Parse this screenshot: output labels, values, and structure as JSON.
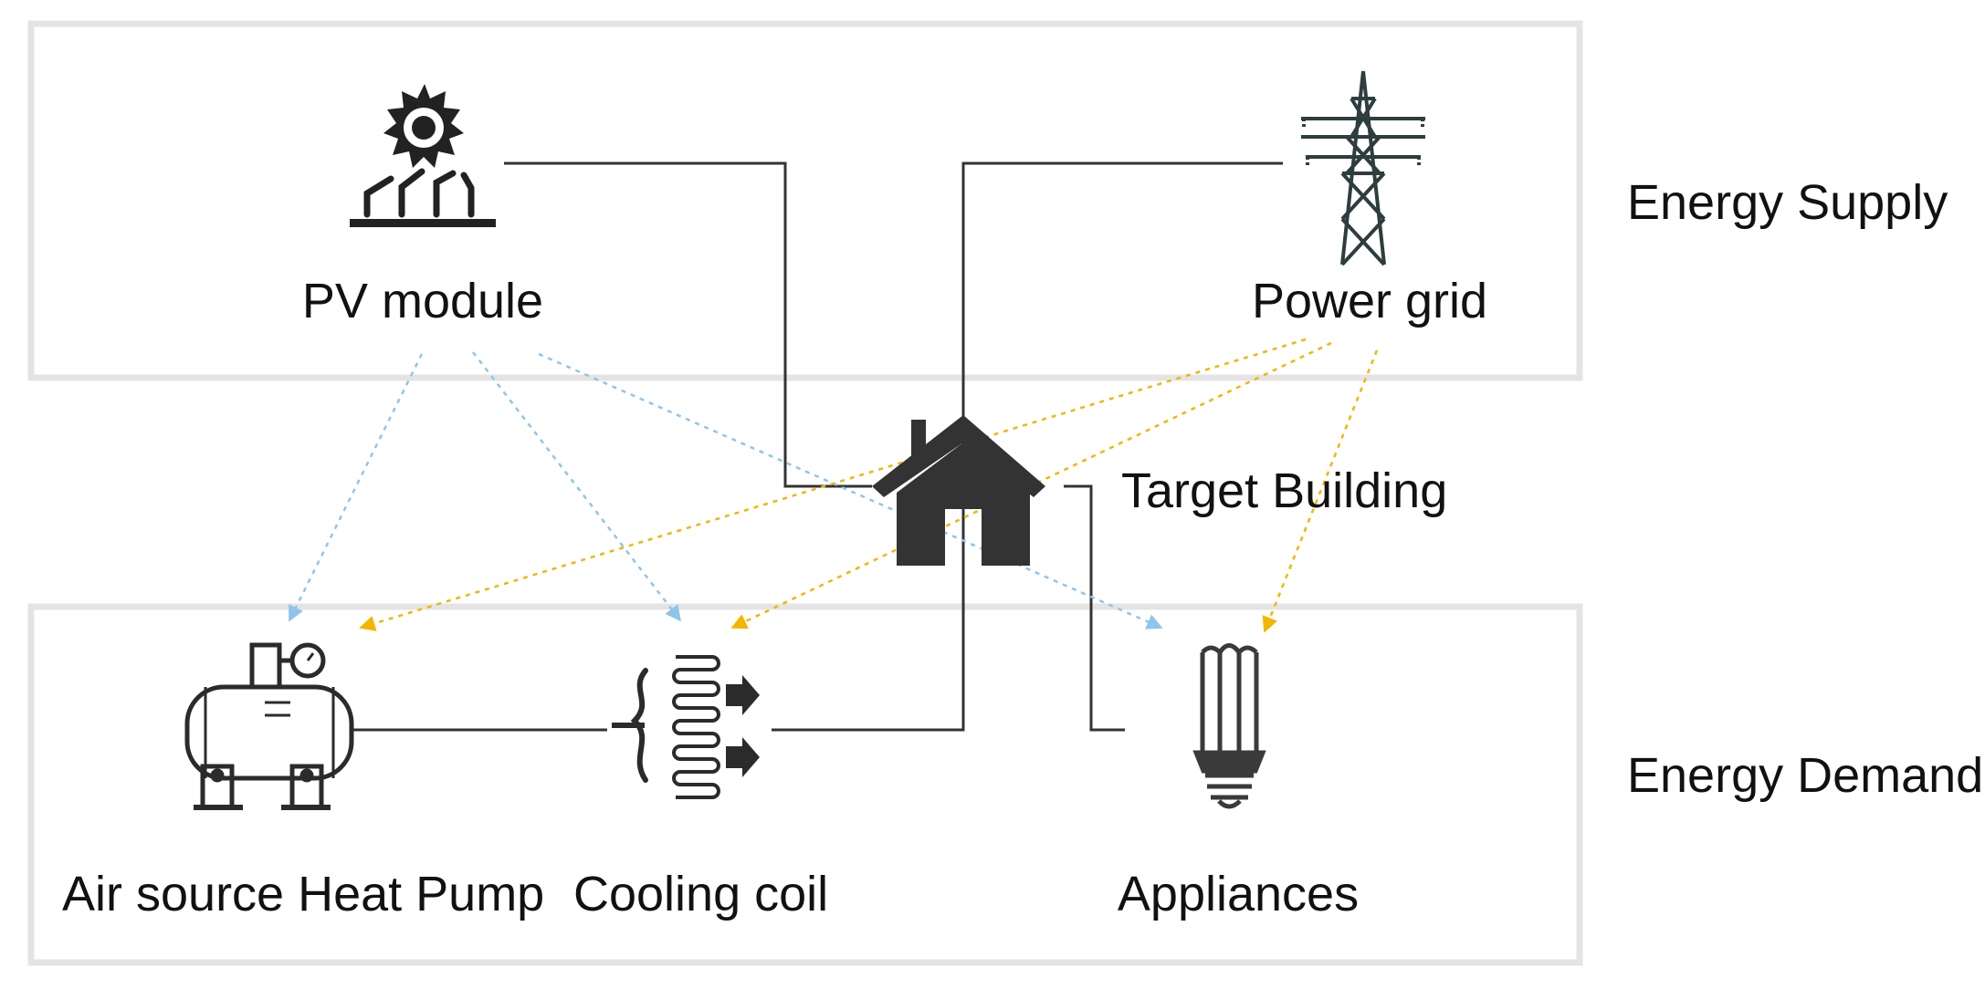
{
  "diagram": {
    "sections": {
      "supply": "Energy Supply",
      "demand": "Energy Demand"
    },
    "nodes": {
      "pv_module": {
        "label": "PV module",
        "icon": "solar-panel-icon"
      },
      "power_grid": {
        "label": "Power grid",
        "icon": "transmission-tower-icon"
      },
      "target_building": {
        "label": "Target Building",
        "icon": "house-icon"
      },
      "heat_pump": {
        "label": "Air source Heat Pump",
        "icon": "heat-pump-icon"
      },
      "cooling_coil": {
        "label": "Cooling coil",
        "icon": "cooling-coil-icon"
      },
      "appliances": {
        "label": "Appliances",
        "icon": "light-bulb-icon"
      }
    },
    "flows": [
      {
        "from": "PV module",
        "to": "Air source Heat Pump",
        "color": "#8ec5ea"
      },
      {
        "from": "PV module",
        "to": "Cooling coil",
        "color": "#8ec5ea"
      },
      {
        "from": "PV module",
        "to": "Appliances",
        "color": "#8ec5ea"
      },
      {
        "from": "Power grid",
        "to": "Air source Heat Pump",
        "color": "#f5b400"
      },
      {
        "from": "Power grid",
        "to": "Cooling coil",
        "color": "#f5b400"
      },
      {
        "from": "Power grid",
        "to": "Appliances",
        "color": "#f5b400"
      }
    ],
    "colors": {
      "panel_border": "#e4e4e4",
      "connector": "#333333",
      "icon": "#2b2b2b",
      "pv_flow": "#8ec5ea",
      "grid_flow": "#f5b400"
    }
  }
}
